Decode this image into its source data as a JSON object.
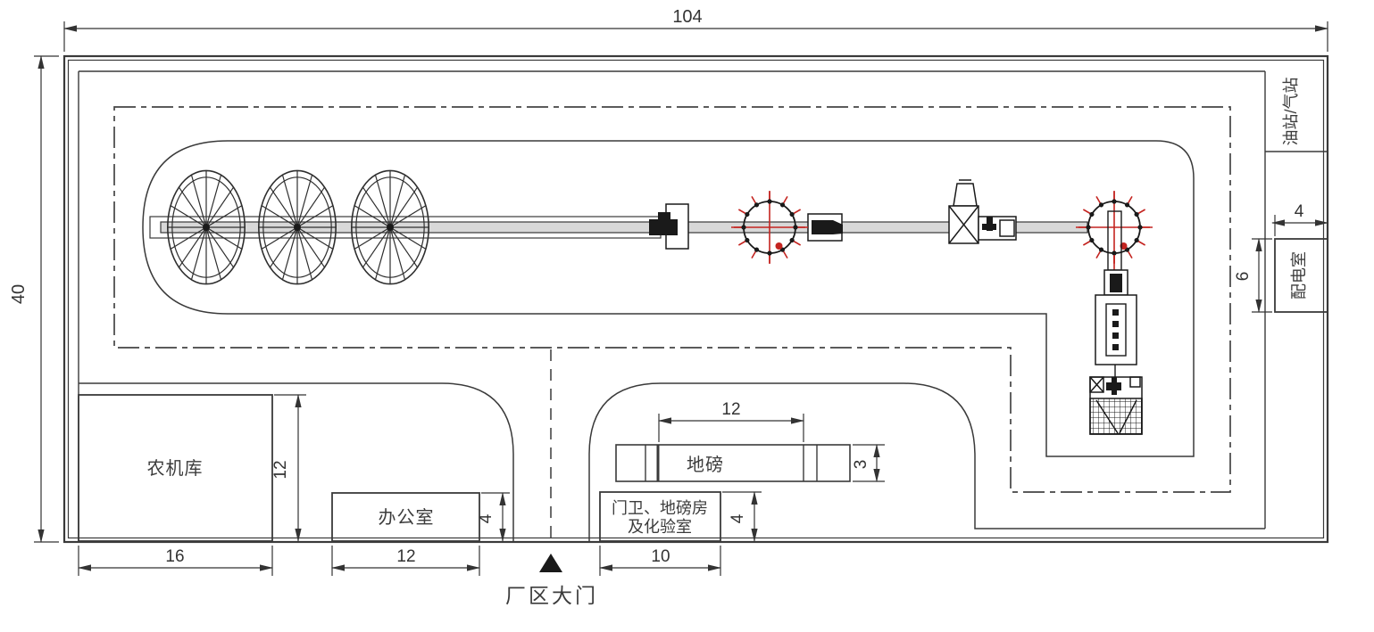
{
  "site": {
    "width_dim": "104",
    "height_dim": "40"
  },
  "gate": {
    "label": "厂区大门"
  },
  "buildings": {
    "machinery_shed": {
      "label": "农机库",
      "width_dim": "16",
      "height_dim": "12"
    },
    "office": {
      "label": "办公室",
      "width_dim": "12",
      "height_dim": "4"
    },
    "gatehouse": {
      "label_line1": "门卫、地磅房",
      "label_line2": "及化验室",
      "width_dim": "10",
      "height_dim": "4"
    },
    "weighbridge": {
      "label": "地磅",
      "width_dim": "12",
      "height_dim": "3"
    },
    "fuel_gas_station": {
      "label": "油站/气站"
    },
    "power_room": {
      "label": "配电室",
      "width_dim": "4",
      "height_dim": "6"
    }
  },
  "colors": {
    "ink": "#3a3a3a",
    "red": "#c42420"
  }
}
